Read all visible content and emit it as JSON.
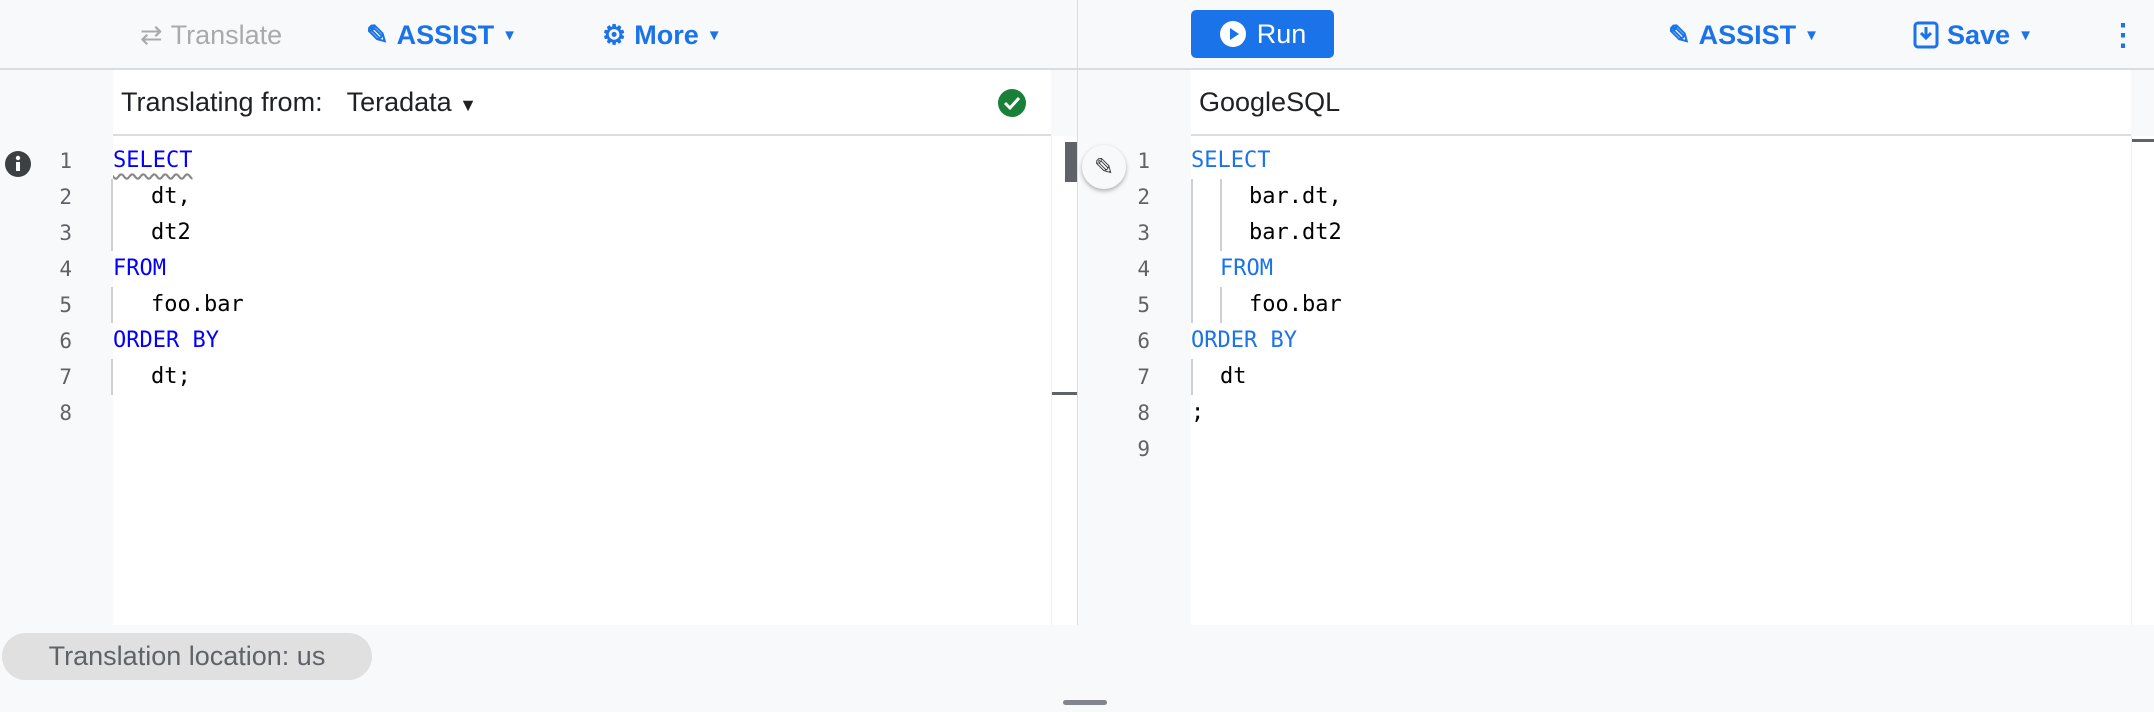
{
  "left_toolbar": {
    "translate_label": "Translate",
    "assist_label": "ASSIST",
    "more_label": "More"
  },
  "right_toolbar": {
    "run_label": "Run",
    "assist_label": "ASSIST",
    "save_label": "Save"
  },
  "source": {
    "label": "Translating from:",
    "dialect": "Teradata",
    "status": "valid"
  },
  "target": {
    "dialect": "GoogleSQL"
  },
  "source_code": [
    {
      "indent": 0,
      "kw": true,
      "text": "SELECT"
    },
    {
      "indent": 1,
      "kw": false,
      "text": "dt,"
    },
    {
      "indent": 1,
      "kw": false,
      "text": "dt2"
    },
    {
      "indent": 0,
      "kw": true,
      "text": "FROM"
    },
    {
      "indent": 1,
      "kw": false,
      "text": "foo.bar"
    },
    {
      "indent": 0,
      "kw": true,
      "text": "ORDER BY"
    },
    {
      "indent": 1,
      "kw": false,
      "text": "dt;"
    },
    {
      "indent": 0,
      "kw": false,
      "text": ""
    }
  ],
  "target_code": [
    {
      "indent": 0,
      "kw": true,
      "text": "SELECT"
    },
    {
      "indent": 2,
      "kw": false,
      "text": "bar.dt,"
    },
    {
      "indent": 2,
      "kw": false,
      "text": "bar.dt2"
    },
    {
      "indent": 1,
      "kw": true,
      "text": "FROM"
    },
    {
      "indent": 2,
      "kw": false,
      "text": "foo.bar"
    },
    {
      "indent": 0,
      "kw": true,
      "text": "ORDER BY"
    },
    {
      "indent": 1,
      "kw": false,
      "text": "dt"
    },
    {
      "indent": 0,
      "kw": false,
      "text": ";"
    },
    {
      "indent": 0,
      "kw": false,
      "text": ""
    }
  ],
  "footer": {
    "location_label": "Translation location: us"
  },
  "colors": {
    "accent": "#1a73e8",
    "keyword_source": "#0000ff",
    "keyword_target": "#1a73e8",
    "success": "#188038"
  }
}
